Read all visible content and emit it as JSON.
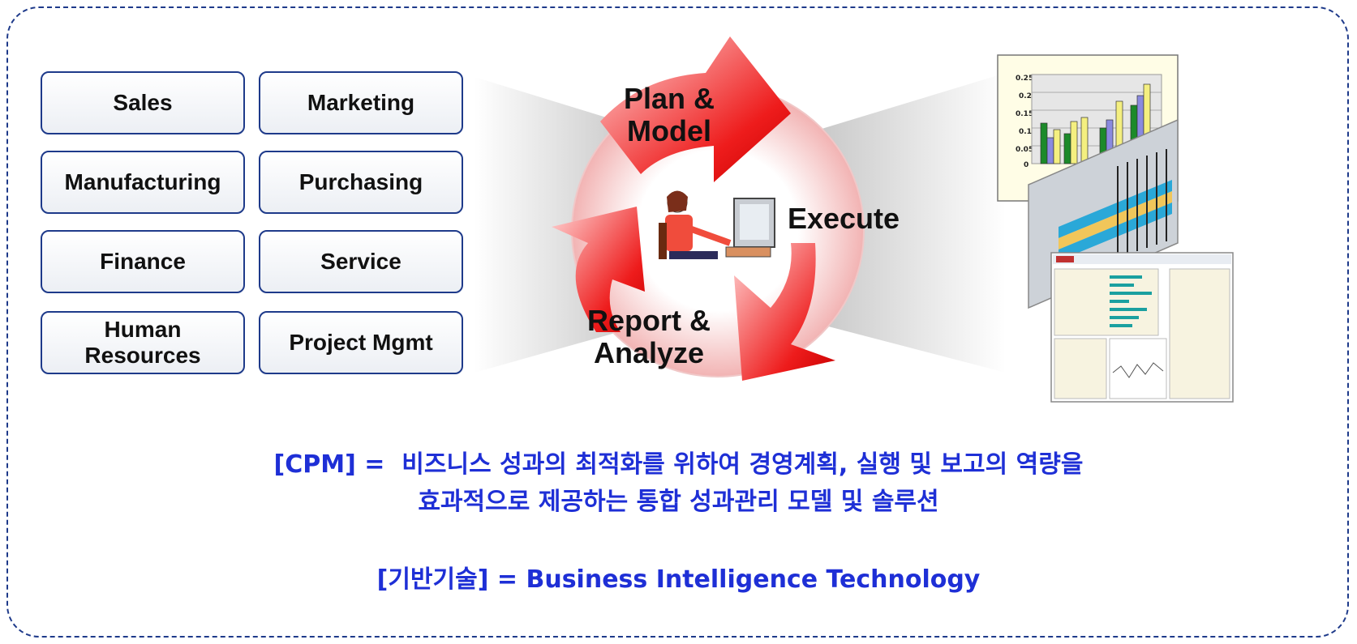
{
  "departments": [
    {
      "label": "Sales"
    },
    {
      "label": "Marketing"
    },
    {
      "label": "Manufacturing"
    },
    {
      "label": "Purchasing"
    },
    {
      "label": "Finance"
    },
    {
      "label": "Service"
    },
    {
      "label": "Human\nResources"
    },
    {
      "label": "Project Mgmt"
    }
  ],
  "cycle": {
    "plan_label": "Plan &\nModel",
    "execute_label": "Execute",
    "report_label": "Report &\nAnalyze"
  },
  "definition": {
    "line1": "[CPM] =  비즈니스 성과의 최적화를 위하여 경영계획, 실행 및 보고의 역량을",
    "line2": "효과적으로 제공하는 통합 성과관리 모델 및 솔루션",
    "line3": "[기반기술] = Business Intelligence Technology"
  },
  "mini_chart": {
    "tick_labels": [
      "0.25",
      "0.2",
      "0.15",
      "0.1",
      "0.05",
      "0"
    ]
  },
  "colors": {
    "accent_blue": "#1e2fd6",
    "border_navy": "#1e3a8a",
    "arrow_red": "#ee1c1c"
  }
}
